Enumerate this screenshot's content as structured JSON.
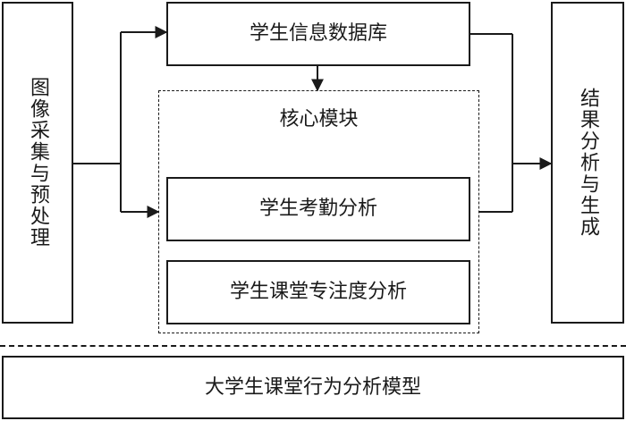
{
  "nodes": {
    "image_acquisition": "图像采集与预处理",
    "student_database": "学生信息数据库",
    "core_module": "核心模块",
    "attendance_analysis": "学生考勤分析",
    "attention_analysis": "学生课堂专注度分析",
    "result_generation": "结果分析与生成",
    "model_title": "大学生课堂行为分析模型"
  }
}
